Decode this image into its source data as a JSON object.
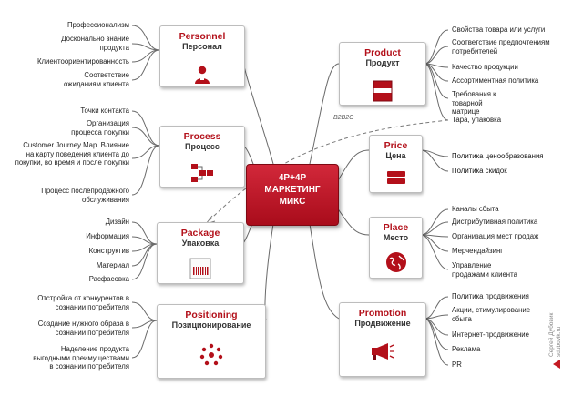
{
  "center": {
    "line1": "4P+4P",
    "line2": "МАРКЕТИНГ",
    "line3": "МИКС"
  },
  "b2b_label": "B2B2C",
  "watermark": {
    "line1": "Сергей Дубовик",
    "line2": "sdubovik.ru"
  },
  "colors": {
    "accent": "#b3101a",
    "center_fill": "#c0182a",
    "wire": "#666666",
    "text": "#222222"
  },
  "nodes": {
    "personnel": {
      "en": "Personnel",
      "ru": "Персонал",
      "icon": "person-icon",
      "items": [
        "Профессионализм",
        "Досконально знание продукта",
        "Клиентоориентированность",
        "Соответствие ожиданиям клиента"
      ]
    },
    "process": {
      "en": "Process",
      "ru": "Процесс",
      "icon": "process-flow-icon",
      "items": [
        "Точки контакта",
        "Организация процесса покупки",
        "Customer Journey Map. Влияние на карту поведения клиента до покупки, во время и после покупки",
        "Процесс послепродажного обслуживания"
      ]
    },
    "package": {
      "en": "Package",
      "ru": "Упаковка",
      "icon": "barcode-box-icon",
      "items": [
        "Дизайн",
        "Информация",
        "Конструктив",
        "Материал",
        "Расфасовка"
      ]
    },
    "positioning": {
      "en": "Positioning",
      "ru": "Позиционирование",
      "icon": "target-burst-icon",
      "items": [
        "Отстройка от конкурентов в сознании потребителя",
        "Создание нужного образа в сознании потребителя",
        "Наделение продукта выгодными преимуществами в сознании потребителя"
      ]
    },
    "product": {
      "en": "Product",
      "ru": "Продукт",
      "icon": "product-box-icon",
      "items": [
        "Свойства товара или услуги",
        "Соответствие предпочтениям потребителей",
        "Качество продукции",
        "Ассортиментная политика",
        "Требования к товарной матрице",
        "Тара, упаковка"
      ]
    },
    "price": {
      "en": "Price",
      "ru": "Цена",
      "icon": "price-tag-icon",
      "items": [
        "Политика ценообразования",
        "Политика скидок"
      ]
    },
    "place": {
      "en": "Place",
      "ru": "Место",
      "icon": "globe-icon",
      "items": [
        "Каналы сбыта",
        "Дистрибутивная политика",
        "Организация мест продаж",
        "Мерчендайзинг",
        "Управление продажами клиента"
      ]
    },
    "promotion": {
      "en": "Promotion",
      "ru": "Продвижение",
      "icon": "megaphone-icon",
      "items": [
        "Политика продвижения",
        "Акции, стимулирование сбыта",
        "Интернет-продвижение",
        "Реклама",
        "PR"
      ]
    }
  }
}
